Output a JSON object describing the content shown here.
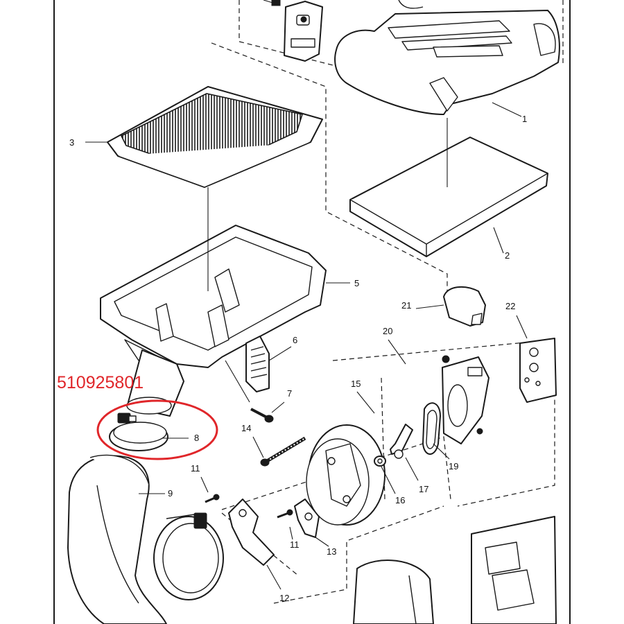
{
  "part_number": "510925801",
  "highlight_color": "#e0262a",
  "line_color": "#1a1a1a",
  "callouts": {
    "c1": "1",
    "c2": "2",
    "c3": "3",
    "c5": "5",
    "c6": "6",
    "c7": "7",
    "c8": "8",
    "c9": "9",
    "c11a": "11",
    "c11b": "11",
    "c12": "12",
    "c13": "13",
    "c14": "14",
    "c15": "15",
    "c16": "16",
    "c17": "17",
    "c19": "19",
    "c20": "20",
    "c21": "21",
    "c22": "22"
  }
}
